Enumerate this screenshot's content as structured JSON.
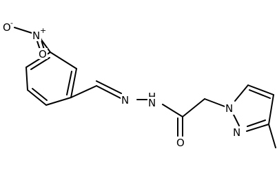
{
  "molecule": {
    "atoms": {
      "o_minus": {
        "symbol": "O",
        "charge": "-"
      },
      "n_plus": {
        "symbol": "N",
        "charge": "+"
      },
      "o_nitro": {
        "symbol": "O"
      },
      "n_imine": {
        "symbol": "N"
      },
      "nh": {
        "symbol": "N",
        "hydrogen": "H"
      },
      "o_carbonyl": {
        "symbol": "O"
      },
      "n_pyrazole_1": {
        "symbol": "N"
      },
      "n_pyrazole_2": {
        "symbol": "N"
      }
    }
  }
}
